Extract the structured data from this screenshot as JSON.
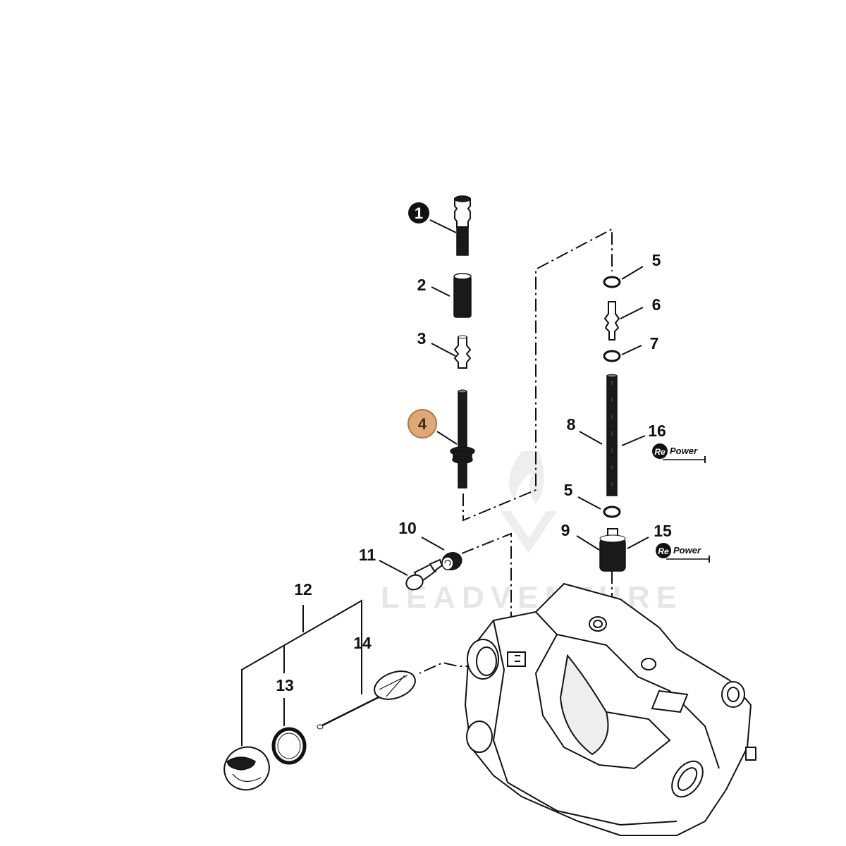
{
  "diagram": {
    "callouts": [
      {
        "id": "1",
        "label": "1",
        "style": "inverted"
      },
      {
        "id": "2",
        "label": "2",
        "style": "plain"
      },
      {
        "id": "3",
        "label": "3",
        "style": "plain"
      },
      {
        "id": "4",
        "label": "4",
        "style": "highlighted"
      },
      {
        "id": "5a",
        "label": "5",
        "style": "plain"
      },
      {
        "id": "6",
        "label": "6",
        "style": "plain"
      },
      {
        "id": "7",
        "label": "7",
        "style": "plain"
      },
      {
        "id": "8",
        "label": "8",
        "style": "plain"
      },
      {
        "id": "16",
        "label": "16",
        "style": "plain"
      },
      {
        "id": "5b",
        "label": "5",
        "style": "plain"
      },
      {
        "id": "9",
        "label": "9",
        "style": "plain"
      },
      {
        "id": "15",
        "label": "15",
        "style": "plain"
      },
      {
        "id": "10",
        "label": "10",
        "style": "plain"
      },
      {
        "id": "11",
        "label": "11",
        "style": "plain"
      },
      {
        "id": "12",
        "label": "12",
        "style": "plain"
      },
      {
        "id": "13",
        "label": "13",
        "style": "plain"
      },
      {
        "id": "14",
        "label": "14",
        "style": "plain"
      }
    ],
    "badges": [
      {
        "id": "repower-16",
        "prefix": "Re",
        "suffix": "Power"
      },
      {
        "id": "repower-15",
        "prefix": "Re",
        "suffix": "Power"
      }
    ],
    "watermark": "LEADVENTURE",
    "colors": {
      "line": "#111111",
      "highlight_fill": "#e0a878",
      "highlight_stroke": "#b8743a",
      "inverted_fill": "#111111"
    }
  }
}
